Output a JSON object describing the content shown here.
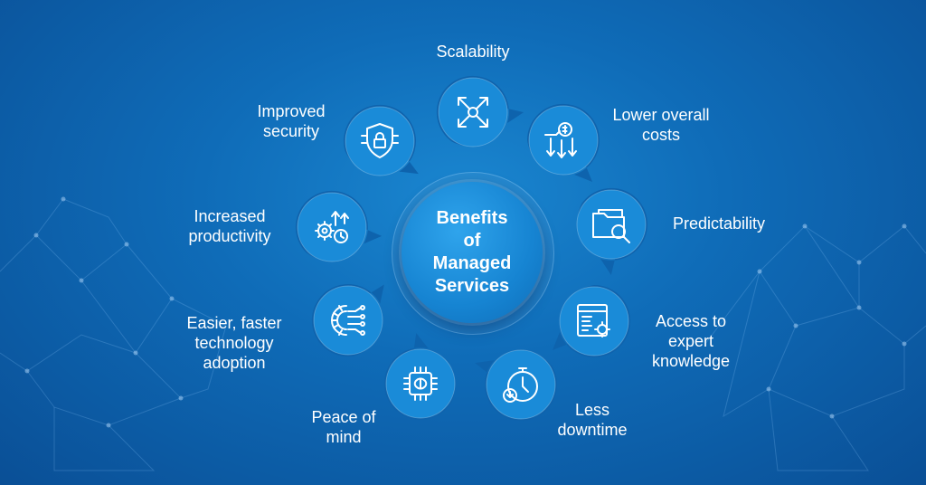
{
  "center": {
    "title": "Benefits\nof\nManaged\nServices"
  },
  "benefits": [
    {
      "label": "Scalability",
      "icon": "arrows-expand-icon"
    },
    {
      "label": "Lower overall\ncosts",
      "icon": "money-down-icon"
    },
    {
      "label": "Predictability",
      "icon": "folder-search-icon"
    },
    {
      "label": "Access to\nexpert\nknowledge",
      "icon": "browser-gear-icon"
    },
    {
      "label": "Less\ndowntime",
      "icon": "stopwatch-icon"
    },
    {
      "label": "Peace of\nmind",
      "icon": "brain-chip-icon"
    },
    {
      "label": "Easier, faster\ntechnology\nadoption",
      "icon": "tech-gear-icon"
    },
    {
      "label": "Increased\nproductivity",
      "icon": "gears-arrows-icon"
    },
    {
      "label": "Improved\nsecurity",
      "icon": "shield-lock-icon"
    }
  ],
  "colors": {
    "bubble": "#1a8bd8",
    "bubble_dark": "#0e63ad",
    "line": "#ffffff"
  }
}
